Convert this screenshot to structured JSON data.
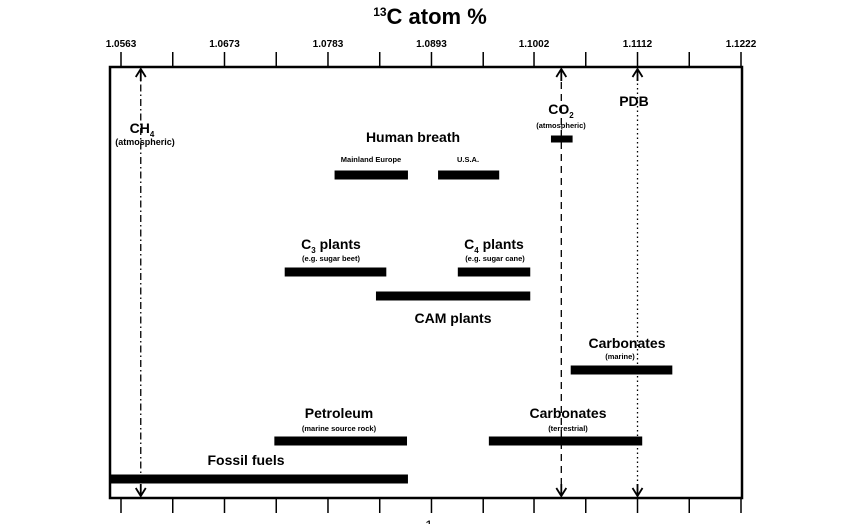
{
  "chart_data": {
    "type": "range-bar",
    "title": "13C atom %",
    "title_super": "13",
    "title_main": "C atom %",
    "xlim": [
      1.0563,
      1.1222
    ],
    "top_tick_labels": [
      "1.0563",
      "1.0673",
      "1.0783",
      "1.0893",
      "1.1002",
      "1.1112",
      "1.1222"
    ],
    "tick_values": [
      1.0563,
      1.0618,
      1.0673,
      1.0728,
      1.0783,
      1.0838,
      1.0893,
      1.0948,
      1.1002,
      1.1057,
      1.1112,
      1.1167,
      1.1222
    ],
    "bottom_tick_label_visible": "1",
    "group_labels": {
      "human_breath": "Human breath"
    },
    "ranges": [
      {
        "id": "mainland-europe",
        "label": "Mainland Europe",
        "sub": "",
        "min": 1.079,
        "max": 1.0868
      },
      {
        "id": "usa",
        "label": "U.S.A.",
        "sub": "",
        "min": 1.09,
        "max": 1.0965
      },
      {
        "id": "co2",
        "label": "CO",
        "label_sub": "2",
        "sub": "(atmospheric)",
        "min": 1.102,
        "max": 1.1043
      },
      {
        "id": "c3-plants",
        "label": "C",
        "label_sub": "3",
        "label_rest": " plants",
        "sub": "(e.g. sugar beet)",
        "min": 1.0737,
        "max": 1.0845
      },
      {
        "id": "c4-plants",
        "label": "C",
        "label_sub": "4",
        "label_rest": " plants",
        "sub": "(e.g. sugar cane)",
        "min": 1.0921,
        "max": 1.0998
      },
      {
        "id": "cam-plants",
        "label": "CAM plants",
        "sub": "",
        "min": 1.0834,
        "max": 1.0998
      },
      {
        "id": "carbonates-marine",
        "label": "Carbonates",
        "sub": "(marine)",
        "min": 1.1041,
        "max": 1.1149
      },
      {
        "id": "petroleum",
        "label": "Petroleum",
        "sub": "(marine source rock)",
        "min": 1.0726,
        "max": 1.0867
      },
      {
        "id": "carbonates-terrestrial",
        "label": "Carbonates",
        "sub": "(terrestrial)",
        "min": 1.0954,
        "max": 1.1117
      },
      {
        "id": "fossil-fuels",
        "label": "Fossil fuels",
        "sub": "",
        "min": 1.0552,
        "max": 1.0868
      }
    ],
    "markers": [
      {
        "id": "ch4",
        "label": "CH",
        "label_sub": "4",
        "sub": "(atmospheric)",
        "value": 1.0584,
        "style": "dash-dot"
      },
      {
        "id": "co2",
        "value": 1.1031,
        "style": "dashed"
      },
      {
        "id": "pdb",
        "label": "PDB",
        "value": 1.1112,
        "style": "dotted"
      }
    ]
  }
}
